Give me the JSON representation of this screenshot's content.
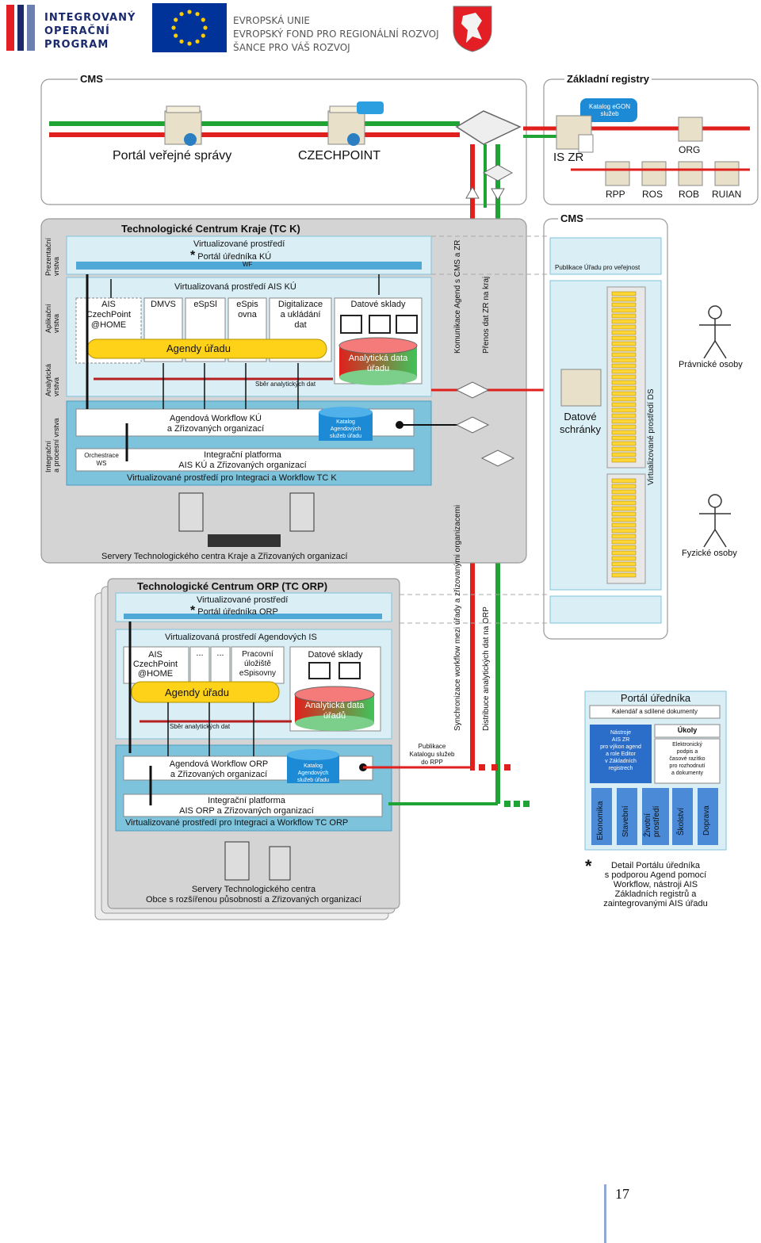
{
  "header": {
    "program_lines": [
      "INTEGROVANÝ",
      "OPERAČNÍ",
      "PROGRAM"
    ],
    "eu_lines": [
      "EVROPSKÁ UNIE",
      "EVROPSKÝ FOND PRO REGIONÁLNÍ ROZVOJ",
      "ŠANCE PRO VÁŠ ROZVOJ"
    ]
  },
  "cms_top": {
    "title": "CMS",
    "portal": "Portál veřejné správy",
    "czechpoint": "CZECHPOINT"
  },
  "zakladni": {
    "title": "Základní registry",
    "catalog": "Katalog eGON služeb",
    "is_zr": "IS ZR",
    "org": "ORG",
    "rpp": "RPP",
    "ros": "ROS",
    "rob": "ROB",
    "ruian": "RUIAN"
  },
  "tck": {
    "title": "Technologické Centrum Kraje (TC K)",
    "layer_pres": [
      "Prezentační",
      "vrstva"
    ],
    "layer_app": [
      "Aplikační",
      "vrstva"
    ],
    "layer_anal": [
      "Analytická",
      "vrstva"
    ],
    "layer_int": [
      "Integrační",
      "a procesní vrstva"
    ],
    "virt_portal_1": "Virtualizované prostředí",
    "virt_portal_2": "Portál úředníka KÚ",
    "wf": "WF",
    "virt_ais": "Virtualizovaná prostředí AIS KÚ",
    "ais_lines": [
      "AIS",
      "CzechPoint",
      "@HOME"
    ],
    "dmvs": "DMVS",
    "espsl": "eSpSl",
    "espis_lines": [
      "eSpis",
      "ovna"
    ],
    "digit_lines": [
      "Digitalizace",
      "a ukládání",
      "dat"
    ],
    "datove_sklady": "Datové sklady",
    "agendy": "Agendy úřadu",
    "analyticka_lines": [
      "Analytická data",
      "úřadu"
    ],
    "sber": "Sběr analytických dat",
    "agend_wf_lines": [
      "Agendová Workflow KÚ",
      "a Zřizovaných organizací"
    ],
    "katalog_lines": [
      "Katalog",
      "Agendových",
      "služeb úřadu"
    ],
    "orch_lines": [
      "Orchestrace",
      "WS"
    ],
    "integr_lines": [
      "Integrační platforma",
      "AIS KÚ a Zřizovaných organizací"
    ],
    "virt_int": "Virtualizované prostředí pro Integraci a Workflow TC K",
    "servery": "Servery Technologického centra Kraje a Zřizovaných organizací"
  },
  "flows": {
    "komunikace": "Komunikace Agend s CMS a ZR",
    "prenos": "Přenos dat ZR na kraj",
    "synch": "Synchronizace workflow mezi úřady a zřizovanými organizacemi",
    "distribuce": "Distribuce analytických dat na ORP",
    "publikace_lines": [
      "Publikace",
      "Katalogu služeb",
      "do RPP"
    ]
  },
  "cms_right": {
    "title": "CMS",
    "publikace": "Publikace Úřadu pro veřejnost",
    "datove_lines": [
      "Datové",
      "schránky"
    ],
    "virt_ds": "Virtualizované prostředí DS",
    "pravnicke": "Právnické osoby",
    "fyzicke": "Fyzické osoby"
  },
  "orp": {
    "title": "Technologické Centrum ORP (TC ORP)",
    "virt_portal_1": "Virtualizované prostředí",
    "virt_portal_2": "Portál úředníka ORP",
    "virt_agend": "Virtualizovaná prostředí Agendových IS",
    "ais_lines": [
      "AIS",
      "CzechPoint",
      "@HOME"
    ],
    "dots": "...",
    "pracovni_lines": [
      "Pracovní",
      "úložiště",
      "eSpisovny"
    ],
    "datove_sklady": "Datové sklady",
    "agendy": "Agendy úřadu",
    "analyticka_lines": [
      "Analytická data",
      "úřadů"
    ],
    "sber": "Sběr analytických dat",
    "agend_wf_lines": [
      "Agendová Workflow ORP",
      "a Zřizovaných organizací"
    ],
    "katalog_lines": [
      "Katalog",
      "Agendových",
      "služeb úřadu"
    ],
    "integr_lines": [
      "Integrační platforma",
      "AIS ORP a Zřizovaných organizací"
    ],
    "virt_int": "Virtualizované prostředí pro Integraci a Workflow TC ORP",
    "servery_lines": [
      "Servery Technologického centra",
      "Obce s rozšířenou působností a Zřizovaných organizací"
    ]
  },
  "portal_urednika": {
    "title": "Portál úředníka",
    "kalendar": "Kalendář a sdílené dokumenty",
    "nastroje_lines": [
      "Nástroje",
      "AIS ZR",
      "pro výkon agend",
      "a role Editor",
      "v Základních",
      "registrech"
    ],
    "ukoly": "Úkoly",
    "elektronicky_lines": [
      "Elektronický",
      "podpis a",
      "časové razítko",
      "pro rozhodnutí",
      "a dokumenty"
    ],
    "agendy": [
      "Ekonomika",
      "Stavební",
      "Životní prostředí",
      "Školství",
      "Doprava"
    ],
    "note_star": "*",
    "note_lines": [
      "Detail Portálu úředníka",
      "s podporou Agend pomocí",
      "Workflow, nástroji AIS",
      "Základních registrů a",
      "zaintegrovanými AIS úřadu"
    ]
  },
  "page_number": "17",
  "colors": {
    "eu_blue": "#003399",
    "eu_star": "#ffcc00",
    "program_blue": "#1a2a6c",
    "red_line": "#e0201c",
    "green_line": "#1fa335",
    "panel_gray": "#d4d4d4",
    "panel_blue": "#daeef5",
    "panel_blue_dark": "#7ec3dc",
    "agenda_yellow": "#ffd21a",
    "bar_yellow": "#ffd633"
  }
}
